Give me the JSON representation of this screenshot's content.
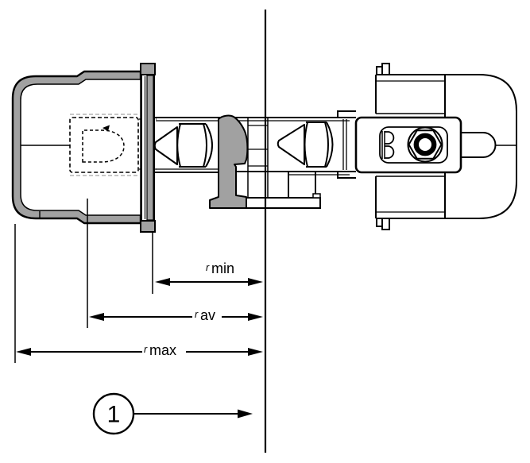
{
  "colors": {
    "line": "#000000",
    "metal_gray": "#a1a1a1",
    "dashed_gray": "#b3b3b3",
    "background": "#ffffff"
  },
  "dimensions": {
    "r_min": {
      "sub": "r",
      "label": "min"
    },
    "r_av": {
      "sub": "r",
      "label": "av"
    },
    "r_max": {
      "sub": "r",
      "label": "max"
    }
  },
  "callout": {
    "number": "1"
  }
}
